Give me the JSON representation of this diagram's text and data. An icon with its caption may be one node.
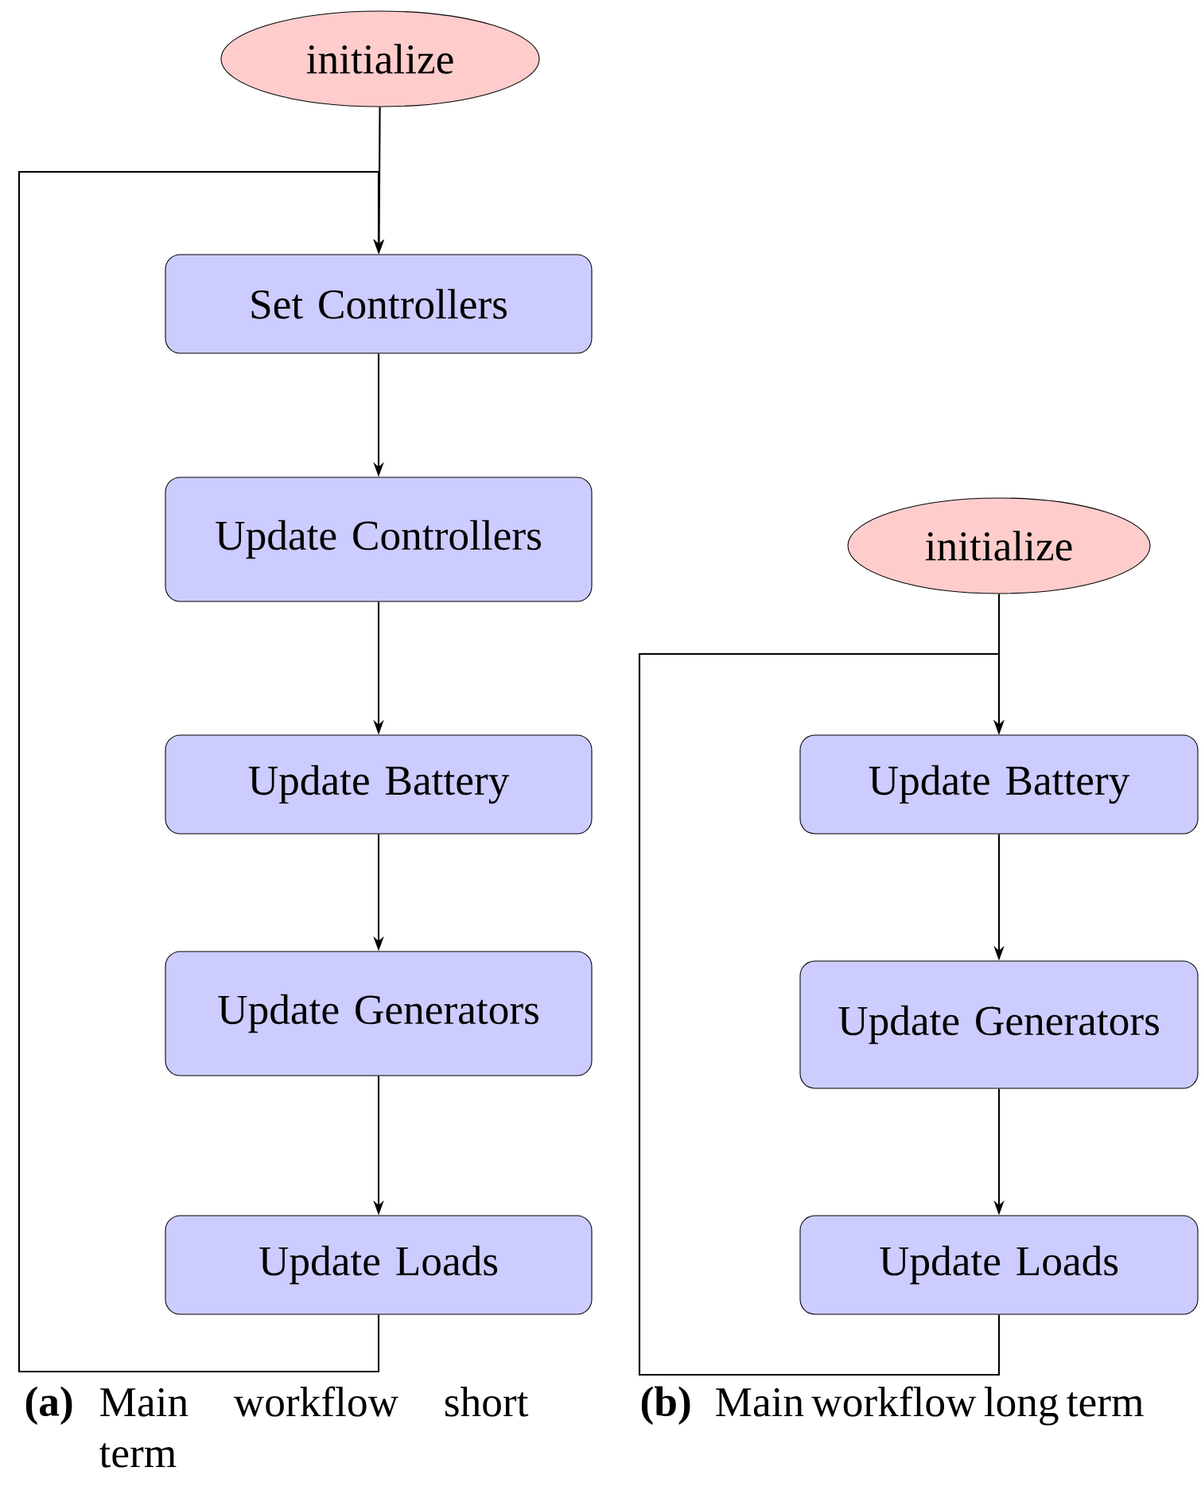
{
  "diagram": {
    "nodes": [
      {
        "text": [
          "initialize"
        ]
      },
      {
        "text": [
          "Set Controllers"
        ]
      },
      {
        "text": [
          "Update Controllers"
        ]
      },
      {
        "text": [
          "Update Battery"
        ]
      },
      {
        "text": [
          "Update Generators"
        ]
      },
      {
        "text": [
          "Update Loads"
        ]
      },
      {
        "text": [
          "initialize"
        ]
      },
      {
        "text": [
          "Update Battery"
        ]
      },
      {
        "text": [
          "Update Generators"
        ]
      },
      {
        "text": [
          "Update Loads"
        ]
      }
    ],
    "edges": [
      {
        "from": 0,
        "to": 1,
        "arrow": "to"
      },
      {
        "from": 1,
        "to": 2,
        "arrow": "to"
      },
      {
        "from": 2,
        "to": 3,
        "arrow": "to"
      },
      {
        "from": 3,
        "to": 4,
        "arrow": "to"
      },
      {
        "from": 4,
        "to": 5,
        "arrow": "to"
      },
      {
        "from": 5,
        "to": 1,
        "arrow": "to"
      },
      {
        "from": 6,
        "to": 7,
        "arrow": "to"
      },
      {
        "from": 7,
        "to": 8,
        "arrow": "to"
      },
      {
        "from": 8,
        "to": 9,
        "arrow": "to"
      },
      {
        "from": 9,
        "to": 7,
        "arrow": "to"
      }
    ],
    "labels": [
      "(a)",
      "Main workflow short term",
      "(b)",
      "Main workflow long term"
    ]
  }
}
